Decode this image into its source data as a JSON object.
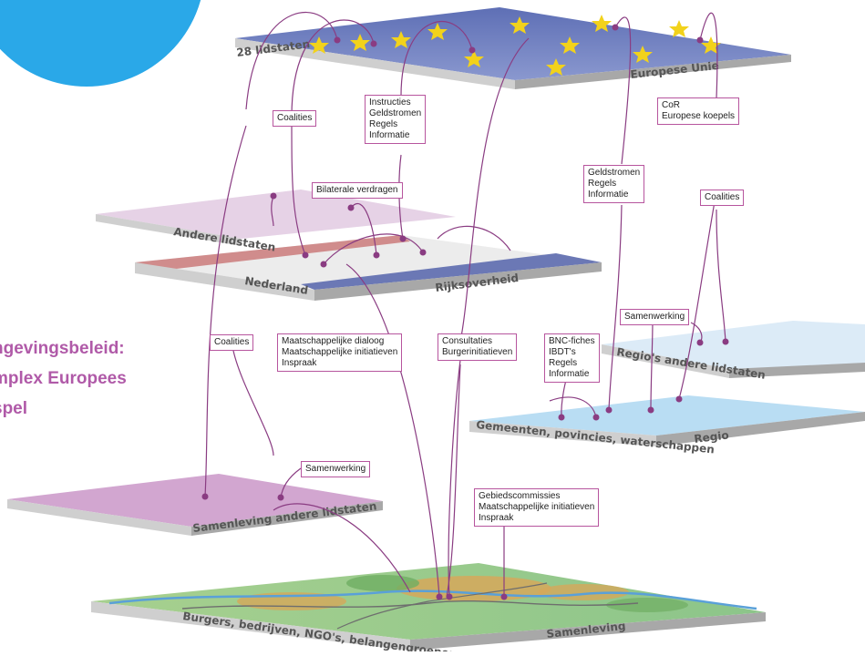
{
  "heading": {
    "lines": [
      "ngevingsbeleid:",
      "mplex Europees",
      "spel"
    ]
  },
  "planes": {
    "eu_left": "28 lidstaten",
    "eu_right": "Europese Unie",
    "andere_lidstaten": "Andere lidstaten",
    "nederland": "Nederland",
    "rijksoverheid": "Rijksoverheid",
    "regios_andere": "Regio's andere lidstaten",
    "gemeenten": "Gemeenten, povincies, waterschappen",
    "regio": "Regio",
    "samenleving_andere": "Samenleving andere lidstaten",
    "burgers": "Burgers, bedrijven, NGO's, belangengroepen",
    "samenleving": "Samenleving"
  },
  "boxes": {
    "coalities_1": [
      "Coalities"
    ],
    "instructies": [
      "Instructies",
      "Geldstromen",
      "Regels",
      "Informatie"
    ],
    "cor": [
      "CoR",
      "Europese koepels"
    ],
    "geldstromen": [
      "Geldstromen",
      "Regels",
      "Informatie"
    ],
    "coalities_2": [
      "Coalities"
    ],
    "bilaterale": [
      "Bilaterale verdragen"
    ],
    "samenwerking_1": [
      "Samenwerking"
    ],
    "coalities_3": [
      "Coalities"
    ],
    "maatschappelijke": [
      "Maatschappelijke dialoog",
      "Maatschappelijke initiatieven",
      "Inspraak"
    ],
    "consultaties": [
      "Consultaties",
      "Burgerinitiatieven"
    ],
    "bnc": [
      "BNC-fiches",
      "IBDT's",
      "Regels",
      "Informatie"
    ],
    "samenwerking_2": [
      "Samenwerking"
    ],
    "gebiedscommissies": [
      "Gebiedscommissies",
      "Maatschappelijke initiatieven",
      "Inspraak"
    ]
  },
  "colors": {
    "eu_blue": "#6f7fbf",
    "star_yellow": "#f2d21b",
    "accent_purple": "#8a3c82",
    "nl_red": "#d08c8c",
    "nl_blue": "#6b78b5",
    "regio_blue": "#b9ddf3",
    "samenleving_purple": "#d2a6d0",
    "map_green": "#9fcf8f"
  }
}
